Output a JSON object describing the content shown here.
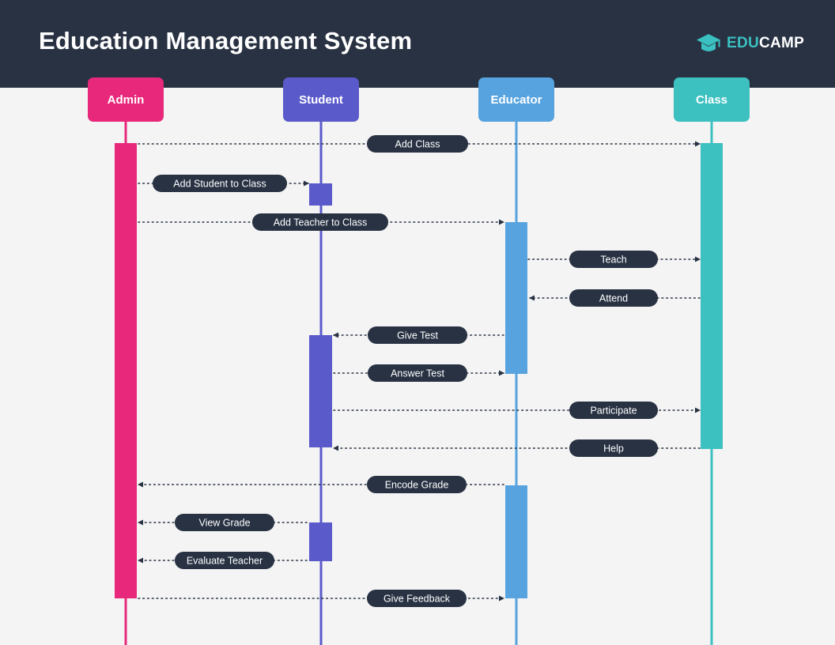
{
  "header": {
    "title": "Education Management System",
    "brand_part1": "EDU",
    "brand_part2": "CAMP",
    "brand_icon": "graduation-cap-icon"
  },
  "colors": {
    "header_bg": "#283243",
    "canvas_bg": "#f4f4f4",
    "message_pill": "#283243",
    "arrow": "#283243"
  },
  "actors": [
    {
      "id": "admin",
      "label": "Admin",
      "color": "#e8297b"
    },
    {
      "id": "student",
      "label": "Student",
      "color": "#5a5acb"
    },
    {
      "id": "educator",
      "label": "Educator",
      "color": "#56a3df"
    },
    {
      "id": "class",
      "label": "Class",
      "color": "#3cc0c0"
    }
  ],
  "messages": [
    {
      "label": "Add Class",
      "from": "admin",
      "to": "class"
    },
    {
      "label": "Add Student to Class",
      "from": "admin",
      "to": "student"
    },
    {
      "label": "Add Teacher to Class",
      "from": "admin",
      "to": "educator"
    },
    {
      "label": "Teach",
      "from": "educator",
      "to": "class"
    },
    {
      "label": "Attend",
      "from": "class",
      "to": "educator"
    },
    {
      "label": "Give Test",
      "from": "educator",
      "to": "student"
    },
    {
      "label": "Answer Test",
      "from": "student",
      "to": "educator"
    },
    {
      "label": "Participate",
      "from": "student",
      "to": "class"
    },
    {
      "label": "Help",
      "from": "class",
      "to": "student"
    },
    {
      "label": "Encode Grade",
      "from": "educator",
      "to": "admin"
    },
    {
      "label": "View Grade",
      "from": "student",
      "to": "admin"
    },
    {
      "label": "Evaluate Teacher",
      "from": "student",
      "to": "admin"
    },
    {
      "label": "Give Feedback",
      "from": "admin",
      "to": "educator"
    }
  ]
}
